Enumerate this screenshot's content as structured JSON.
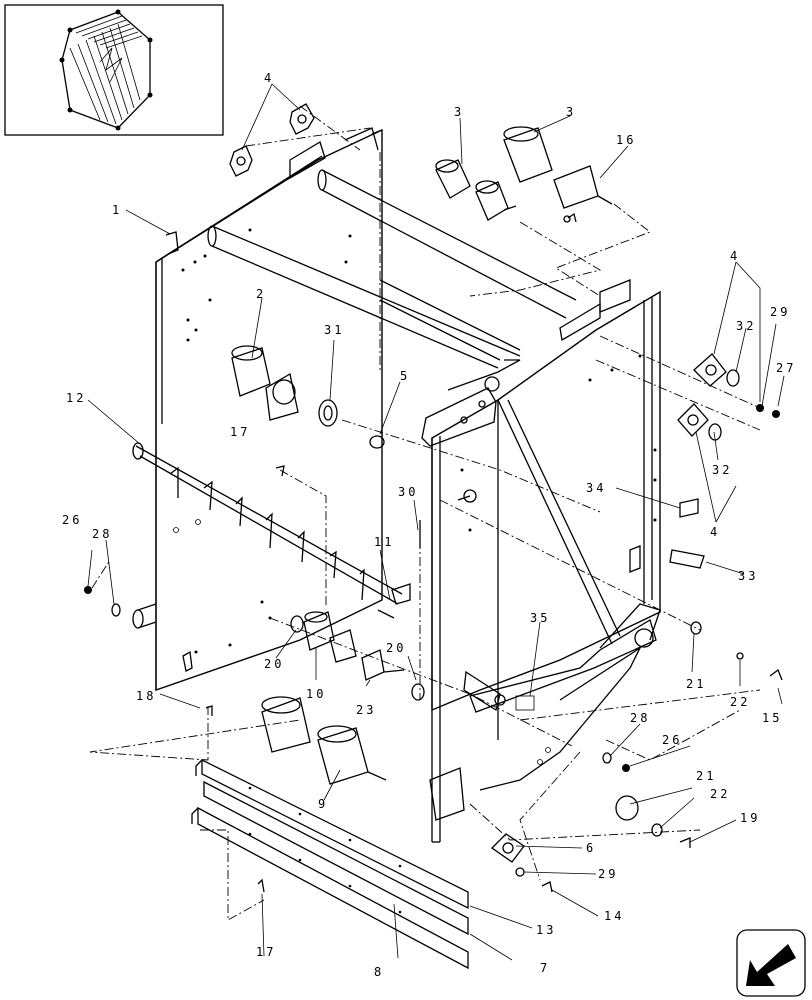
{
  "diagram": {
    "callouts": [
      {
        "id": "c1",
        "text": "1"
      },
      {
        "id": "c2",
        "text": "2"
      },
      {
        "id": "c3a",
        "text": "3"
      },
      {
        "id": "c3b",
        "text": "3"
      },
      {
        "id": "c4a",
        "text": "4"
      },
      {
        "id": "c4b",
        "text": "4"
      },
      {
        "id": "c4c",
        "text": "4"
      },
      {
        "id": "c5",
        "text": "5"
      },
      {
        "id": "c6",
        "text": "6"
      },
      {
        "id": "c7",
        "text": "7"
      },
      {
        "id": "c8",
        "text": "8"
      },
      {
        "id": "c9",
        "text": "9"
      },
      {
        "id": "c10",
        "text": "10"
      },
      {
        "id": "c11",
        "text": "11"
      },
      {
        "id": "c12",
        "text": "12"
      },
      {
        "id": "c13",
        "text": "13"
      },
      {
        "id": "c14",
        "text": "14"
      },
      {
        "id": "c15",
        "text": "15"
      },
      {
        "id": "c16",
        "text": "16"
      },
      {
        "id": "c17a",
        "text": "17"
      },
      {
        "id": "c17b",
        "text": "17"
      },
      {
        "id": "c18",
        "text": "18"
      },
      {
        "id": "c19",
        "text": "19"
      },
      {
        "id": "c20a",
        "text": "20"
      },
      {
        "id": "c20b",
        "text": "20"
      },
      {
        "id": "c21a",
        "text": "21"
      },
      {
        "id": "c21b",
        "text": "21"
      },
      {
        "id": "c22a",
        "text": "22"
      },
      {
        "id": "c22b",
        "text": "22"
      },
      {
        "id": "c23",
        "text": "23"
      },
      {
        "id": "c26a",
        "text": "26"
      },
      {
        "id": "c26b",
        "text": "26"
      },
      {
        "id": "c27",
        "text": "27"
      },
      {
        "id": "c28a",
        "text": "28"
      },
      {
        "id": "c28b",
        "text": "28"
      },
      {
        "id": "c29a",
        "text": "29"
      },
      {
        "id": "c29b",
        "text": "29"
      },
      {
        "id": "c30",
        "text": "30"
      },
      {
        "id": "c31",
        "text": "31"
      },
      {
        "id": "c32a",
        "text": "32"
      },
      {
        "id": "c32b",
        "text": "32"
      },
      {
        "id": "c33",
        "text": "33"
      },
      {
        "id": "c34",
        "text": "34"
      },
      {
        "id": "c35",
        "text": "35"
      }
    ]
  }
}
